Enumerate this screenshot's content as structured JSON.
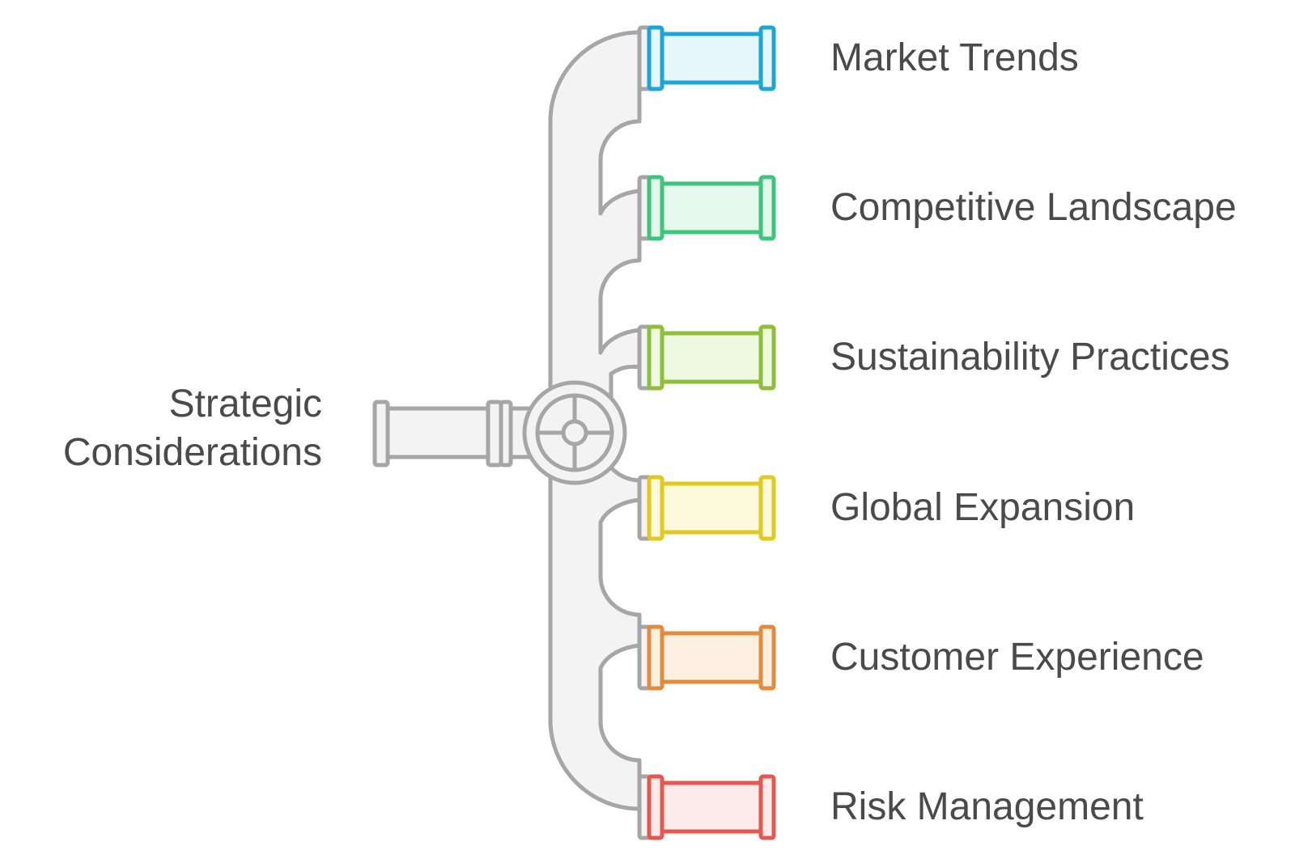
{
  "diagram": {
    "source": {
      "line1": "Strategic",
      "line2": "Considerations"
    },
    "branches": [
      {
        "label": "Market Trends",
        "stroke": "#1aa6d8",
        "fill": "#e6f6fb"
      },
      {
        "label": "Competitive Landscape",
        "stroke": "#3ec47d",
        "fill": "#e4f8ec"
      },
      {
        "label": "Sustainability Practices",
        "stroke": "#8cbf3a",
        "fill": "#f0f9e1"
      },
      {
        "label": "Global Expansion",
        "stroke": "#e2c91f",
        "fill": "#fdf9dc"
      },
      {
        "label": "Customer Experience",
        "stroke": "#e38b3d",
        "fill": "#fdf0e3"
      },
      {
        "label": "Risk Management",
        "stroke": "#e5574f",
        "fill": "#fdeaea"
      }
    ],
    "pipe_colors": {
      "stroke": "#a6a6a6",
      "fill": "#f3f3f3"
    }
  }
}
